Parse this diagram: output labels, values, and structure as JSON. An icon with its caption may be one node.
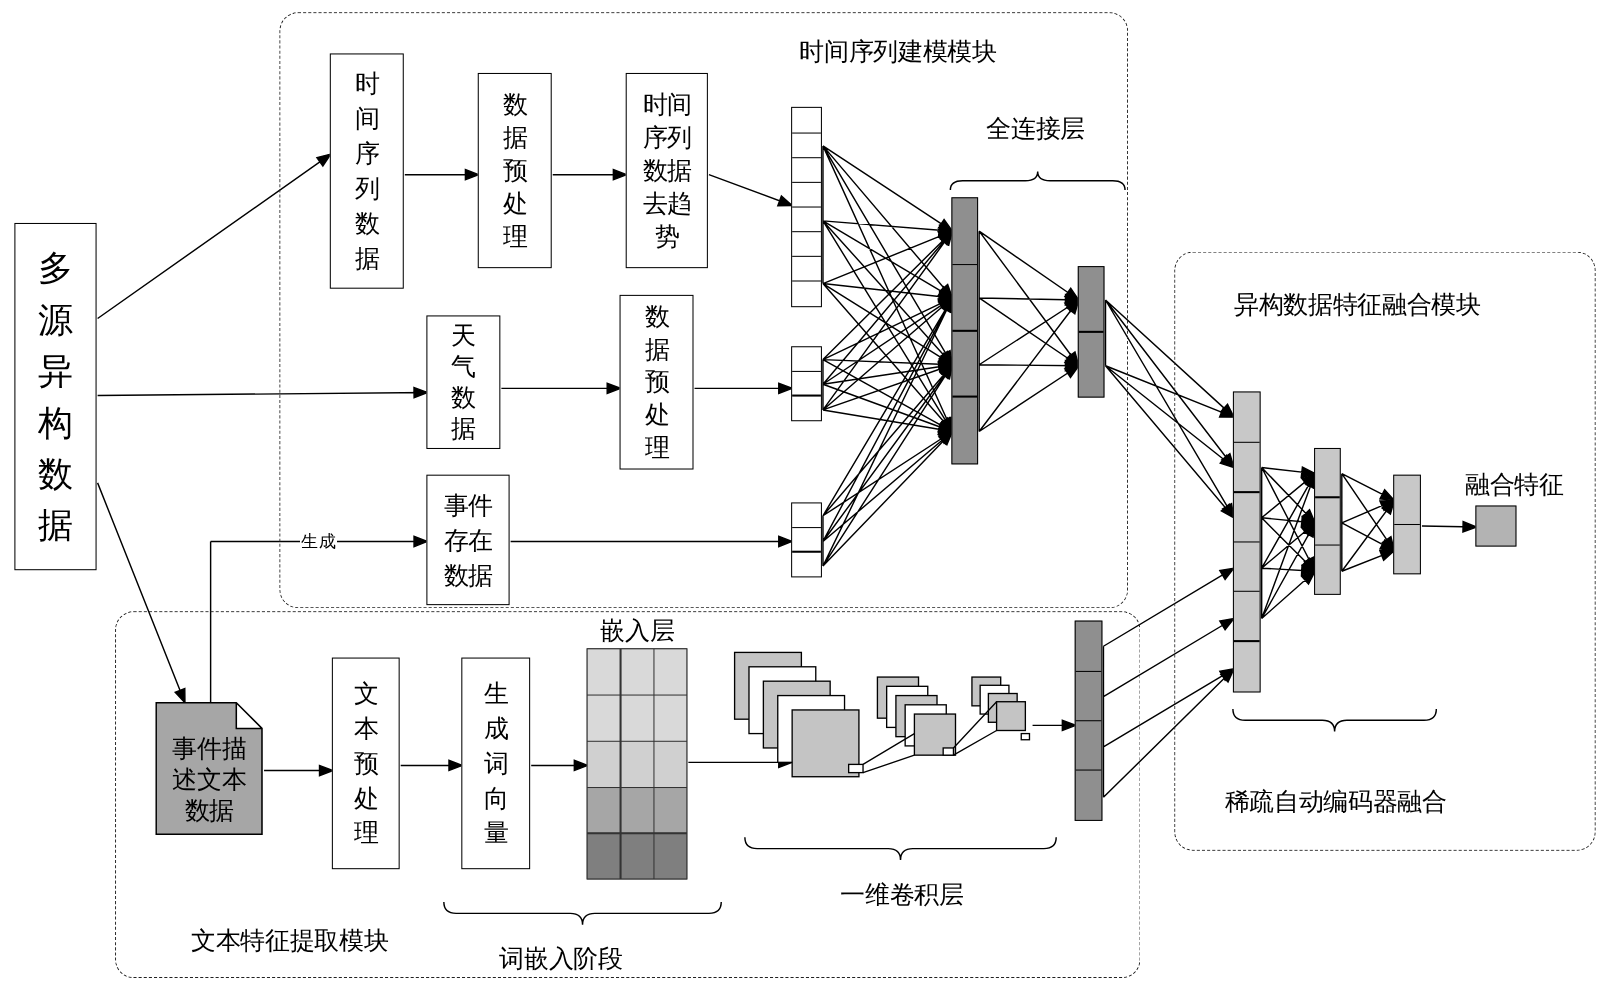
{
  "diagram": {
    "nodes": [
      {
        "text": [
          "时间序列建模模块"
        ]
      },
      {
        "text": [
          "多源异构数据"
        ]
      },
      {
        "text": [
          "时间序列数据"
        ],
        "in": 0
      },
      {
        "text": [
          "数据预处理"
        ],
        "in": 0
      },
      {
        "text": [
          "时间序列数据去趋势"
        ],
        "in": 0
      },
      {
        "text": [],
        "shape": "bar",
        "in": 0
      },
      {
        "text": [],
        "shape": "bar",
        "in": 0
      },
      {
        "text": [],
        "shape": "bar",
        "in": 0
      },
      {
        "text": [
          "天气数据"
        ],
        "in": 0
      },
      {
        "text": [
          "数据预处理"
        ],
        "in": 0
      },
      {
        "text": [],
        "shape": "bar",
        "in": 0
      },
      {
        "text": [
          "事件存在数据"
        ],
        "in": 0
      },
      {
        "text": [],
        "shape": "bar",
        "in": 0
      },
      {
        "text": [
          "文本特征提取模块"
        ]
      },
      {
        "text": [
          "事件描述文本数据"
        ],
        "in": 13
      },
      {
        "text": [
          "文本预处理"
        ],
        "in": 13
      },
      {
        "text": [
          "生成词向量"
        ],
        "in": 13
      },
      {
        "text": [
          "嵌入层"
        ],
        "in": 13
      },
      {
        "text": [],
        "shape": "picture",
        "in": 13
      },
      {
        "text": [],
        "shape": "bar",
        "in": 13
      },
      {
        "text": [
          "异构数据特征融合模块"
        ]
      },
      {
        "text": [],
        "shape": "bar",
        "in": 20
      },
      {
        "text": [],
        "shape": "bar",
        "in": 20
      },
      {
        "text": [],
        "shape": "bar",
        "in": 20
      },
      {
        "text": [
          "融合特征"
        ],
        "in": 20
      }
    ],
    "edges": [
      {
        "from": 1,
        "to": 2,
        "arrow": "to"
      },
      {
        "from": 1,
        "to": 8,
        "arrow": "to"
      },
      {
        "from": 1,
        "to": 14,
        "arrow": "to"
      },
      {
        "from": 14,
        "to": 11,
        "arrow": "to",
        "label": "生成"
      },
      {
        "from": 2,
        "to": 3,
        "arrow": "to"
      },
      {
        "from": 3,
        "to": 4,
        "arrow": "to"
      },
      {
        "from": 4,
        "to": 5,
        "arrow": "to"
      },
      {
        "from": 8,
        "to": 9,
        "arrow": "to"
      },
      {
        "from": 9,
        "to": 10,
        "arrow": "to"
      },
      {
        "from": 11,
        "to": 12,
        "arrow": "to"
      },
      {
        "from": 5,
        "to": 6,
        "arrow": "to"
      },
      {
        "from": 10,
        "to": 6,
        "arrow": "to"
      },
      {
        "from": 12,
        "to": 6,
        "arrow": "to"
      },
      {
        "from": 6,
        "to": 7,
        "arrow": "to"
      },
      {
        "from": 7,
        "to": 21,
        "arrow": "to"
      },
      {
        "from": 14,
        "to": 15,
        "arrow": "to"
      },
      {
        "from": 15,
        "to": 16,
        "arrow": "to"
      },
      {
        "from": 16,
        "to": 17,
        "arrow": "to"
      },
      {
        "from": 17,
        "to": 18,
        "arrow": "to"
      },
      {
        "from": 18,
        "to": 19,
        "arrow": "to"
      },
      {
        "from": 19,
        "to": 21,
        "arrow": "to"
      },
      {
        "from": 21,
        "to": 22,
        "arrow": "to"
      },
      {
        "from": 22,
        "to": 23,
        "arrow": "to"
      },
      {
        "from": 23,
        "to": 24,
        "arrow": "to"
      }
    ],
    "labels": [
      "全连接层",
      "稀疏自动编码器融合",
      "一维卷积层",
      "词嵌入阶段"
    ]
  }
}
